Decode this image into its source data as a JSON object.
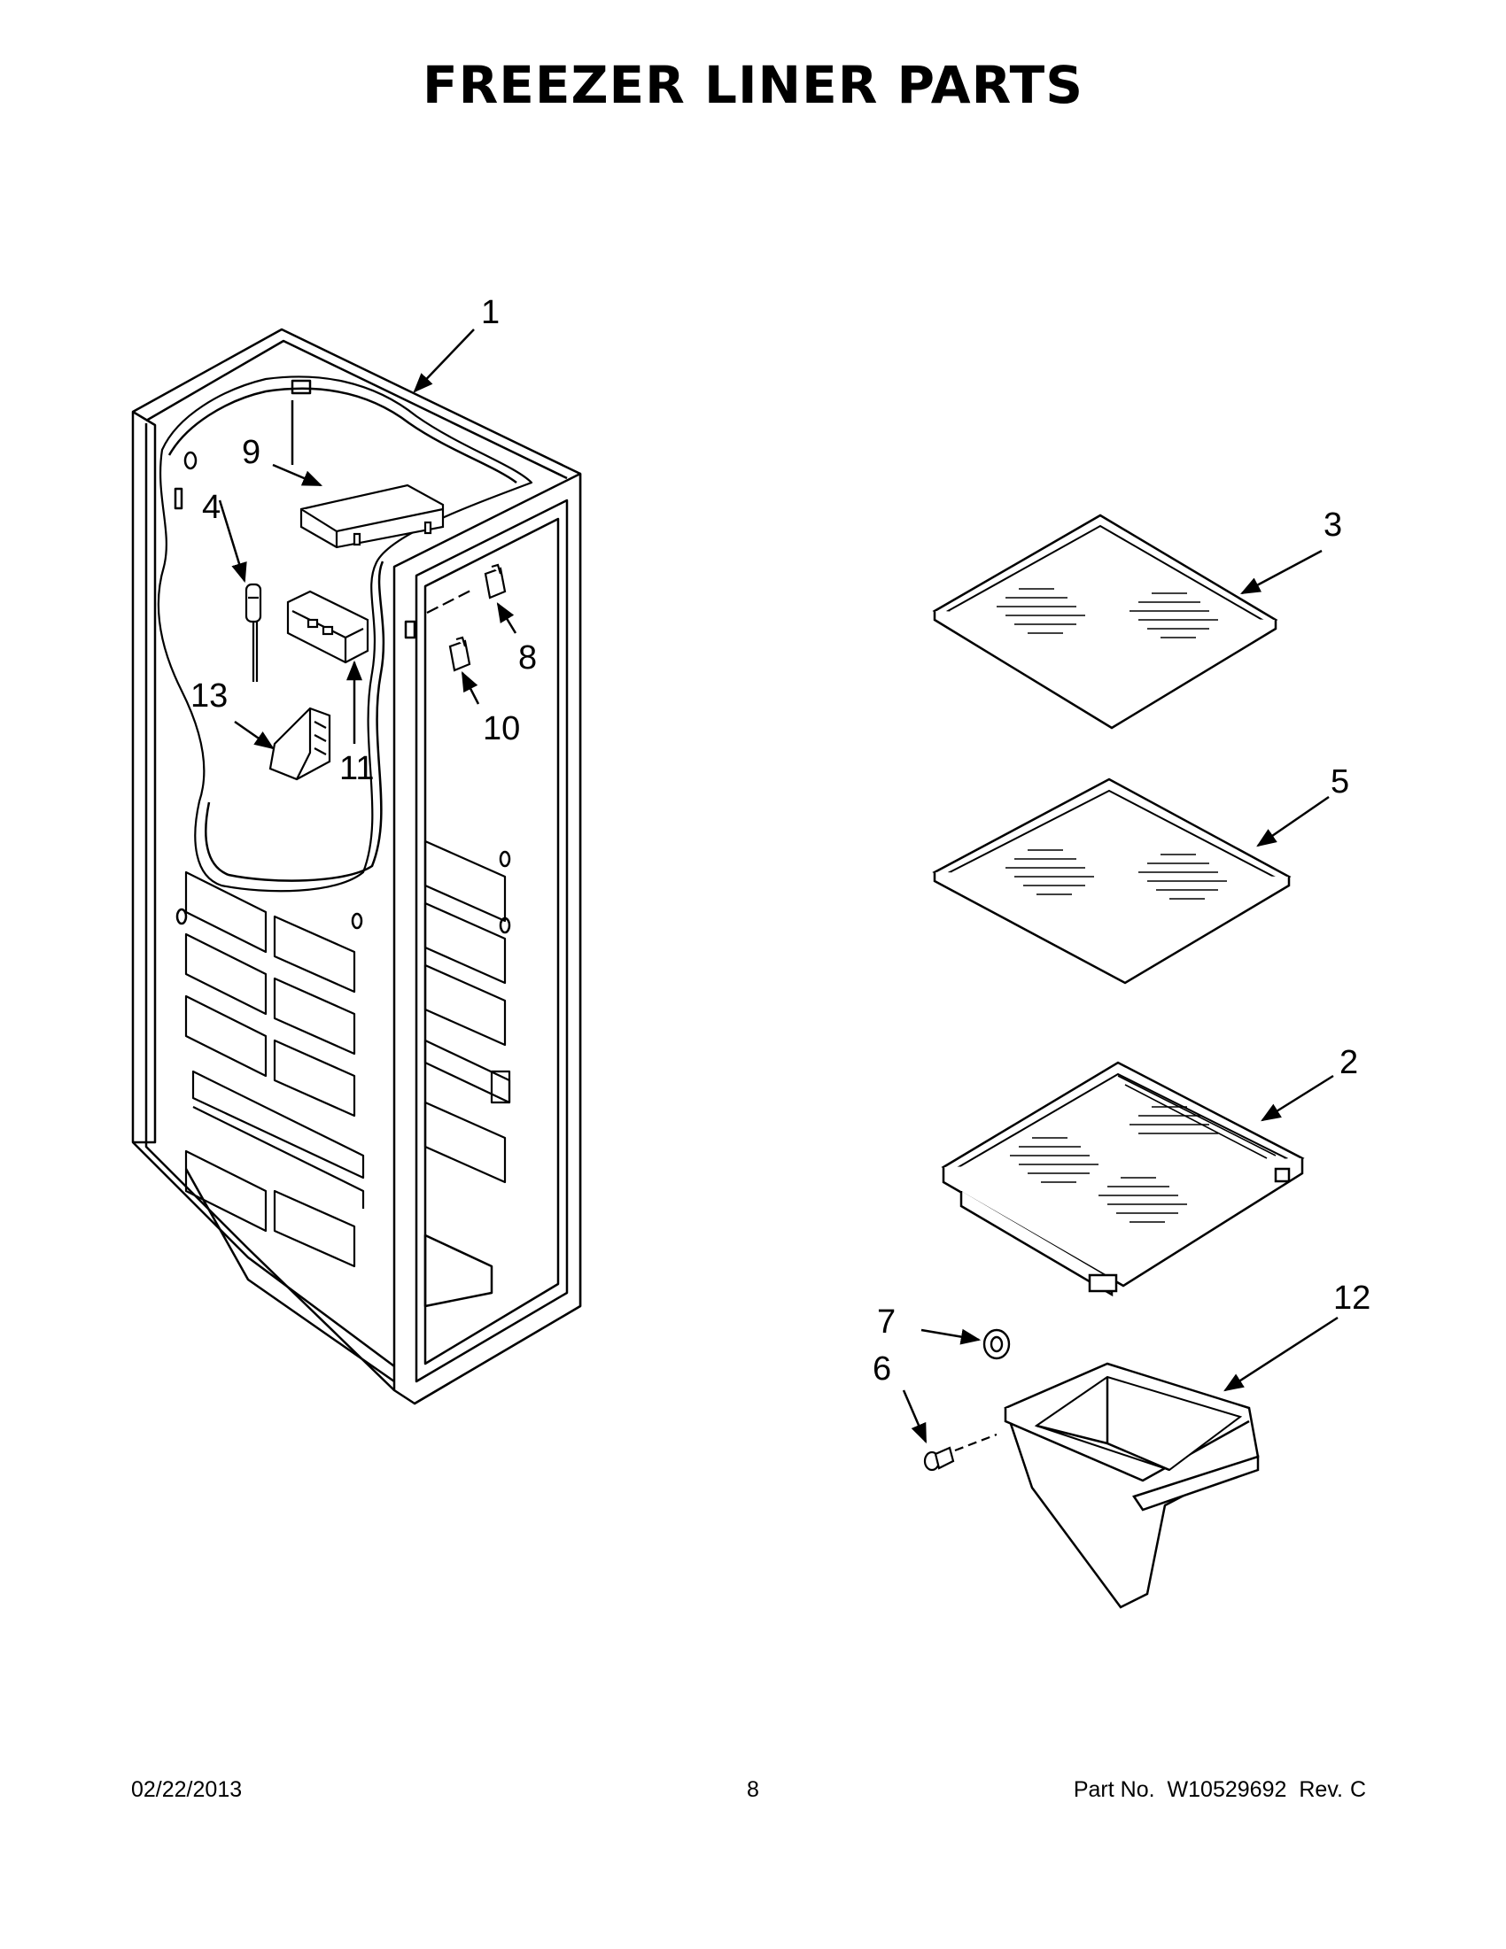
{
  "page": {
    "title": "FREEZER LINER PARTS"
  },
  "callouts": [
    {
      "id": "1",
      "label": "1"
    },
    {
      "id": "2",
      "label": "2"
    },
    {
      "id": "3",
      "label": "3"
    },
    {
      "id": "4",
      "label": "4"
    },
    {
      "id": "5",
      "label": "5"
    },
    {
      "id": "6",
      "label": "6"
    },
    {
      "id": "7",
      "label": "7"
    },
    {
      "id": "8",
      "label": "8"
    },
    {
      "id": "9",
      "label": "9"
    },
    {
      "id": "10",
      "label": "10"
    },
    {
      "id": "11",
      "label": "11"
    },
    {
      "id": "12",
      "label": "12"
    },
    {
      "id": "13",
      "label": "13"
    }
  ],
  "footer": {
    "date": "02/22/2013",
    "page_number": "8",
    "part_label": "Part No.",
    "part_number": "W10529692",
    "rev_label": "Rev.",
    "rev_value": "C"
  }
}
